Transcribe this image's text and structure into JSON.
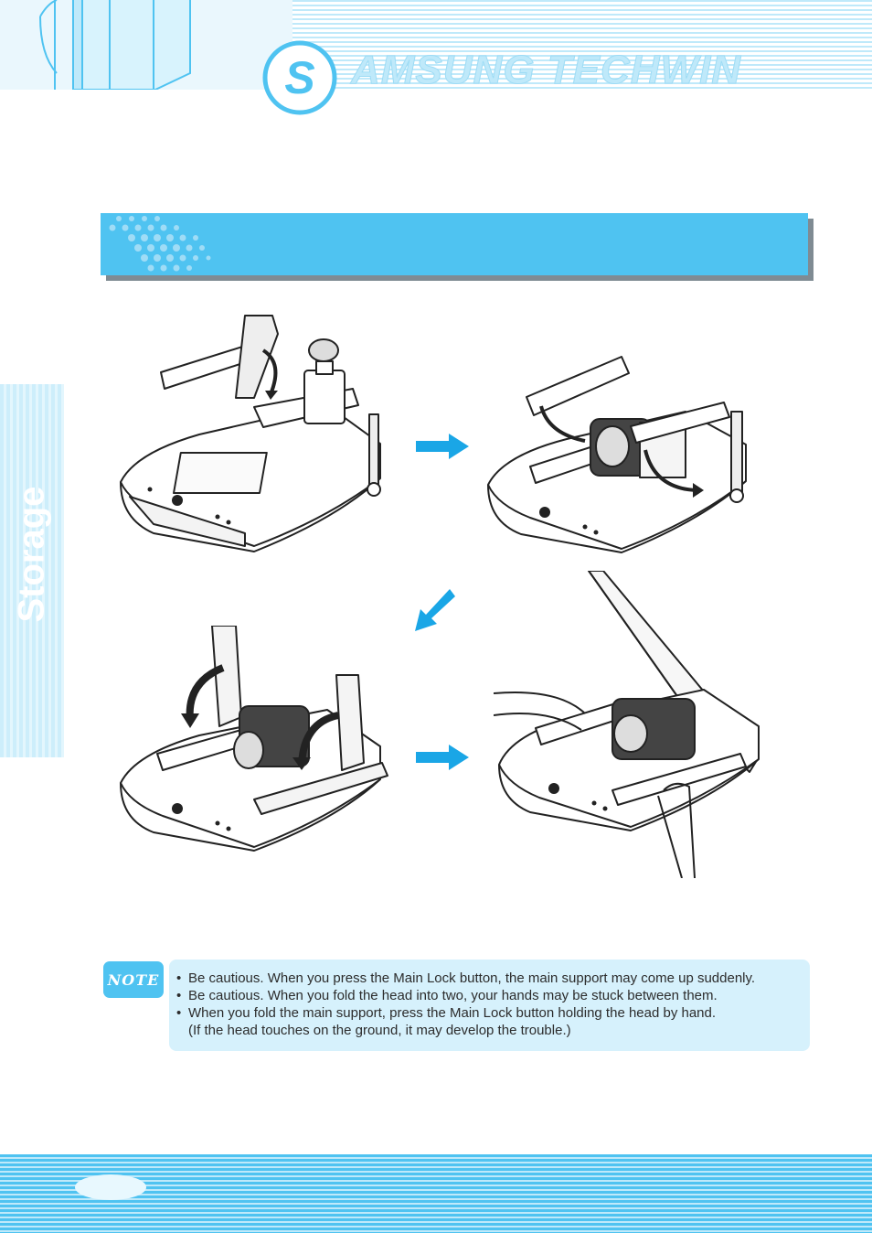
{
  "header": {
    "logo_initial": "S",
    "logo_wordmark": "AMSUNG TECHWIN"
  },
  "sidebar": {
    "tab_label": "Storage"
  },
  "section": {
    "title": ""
  },
  "figures": {
    "icons": [
      "camera-raised-icon",
      "camera-folding-arms-icon",
      "camera-folding-support-icon",
      "camera-closing-cover-icon"
    ],
    "arrow_color": "#1aa6e6"
  },
  "note": {
    "badge": "NOTE",
    "items": [
      "Be cautious. When you press the Main Lock button, the main support may come up suddenly.",
      "Be cautious. When you fold the head into two, your hands may be stuck between them.",
      "When you fold the main support, press the Main Lock button holding the head by hand."
    ],
    "continuation": "(If the head touches on the ground, it may develop the trouble.)"
  },
  "colors": {
    "accent": "#4fc3f1",
    "accent_light": "#bfe9fa",
    "note_bg": "#d6f1fc",
    "title_shadow": "#7f8b93"
  }
}
